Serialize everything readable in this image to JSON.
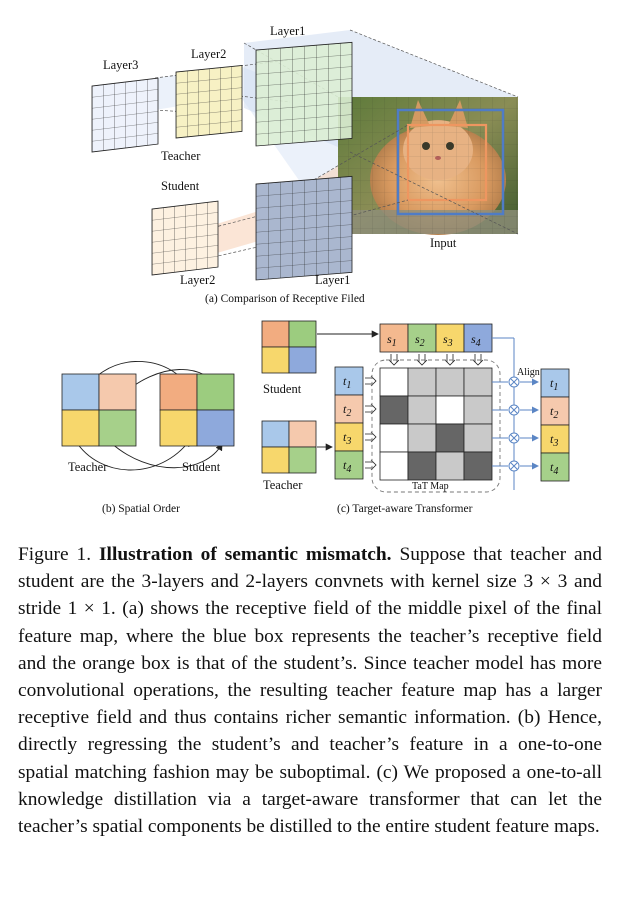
{
  "panel_a": {
    "layer3": "Layer3",
    "teacher_layer2": "Layer2",
    "teacher_layer1": "Layer1",
    "teacher": "Teacher",
    "student": "Student",
    "student_layer2": "Layer2",
    "student_layer1": "Layer1",
    "input": "Input",
    "caption": "(a) Comparison of Receptive Filed"
  },
  "panel_b": {
    "teacher": "Teacher",
    "student": "Student",
    "caption": "(b) Spatial Order"
  },
  "panel_c": {
    "student": "Student",
    "teacher": "Teacher",
    "s_labels": [
      "s",
      "s",
      "s",
      "s"
    ],
    "s_subs": [
      "1",
      "2",
      "3",
      "4"
    ],
    "t_labels": [
      "t",
      "t",
      "t",
      "t"
    ],
    "t_subs": [
      "1",
      "2",
      "3",
      "4"
    ],
    "align": "Align",
    "tat_map": "TaT Map",
    "caption": "(c) Target-aware Transformer"
  },
  "colors": {
    "orange": "#f4b98f",
    "green": "#a6d08a",
    "yellow": "#f7d76c",
    "blue": "#8ea9dc",
    "light_blue": "#a9c8ea",
    "teacher_blue_grid": "#c7d3ef",
    "teacher_yellow_grid": "#f5efb9",
    "teacher_green_grid": "#d7ecd0",
    "student_cream_grid": "#fcefdf",
    "student_gray_grid": "#a9b6cf"
  },
  "caption": {
    "prefix": "Figure 1.",
    "title": "Illustration of semantic mismatch.",
    "body": "Suppose that teacher and student are the 3-layers and 2-layers convnets with kernel size 3 × 3 and stride 1 × 1. (a) shows the receptive field of the middle pixel of the final feature map, where the blue box represents the teacher’s receptive field and the orange box is that of the student’s. Since teacher model has more convolutional operations, the resulting teacher feature map has a larger receptive field and thus contains richer semantic information. (b) Hence, directly regressing the student’s and teacher’s feature in a one-to-one spatial matching fashion may be suboptimal. (c) We proposed a one-to-all knowledge distillation via a target-aware transformer that can let the teacher’s spatial components be distilled to the entire student feature maps."
  }
}
